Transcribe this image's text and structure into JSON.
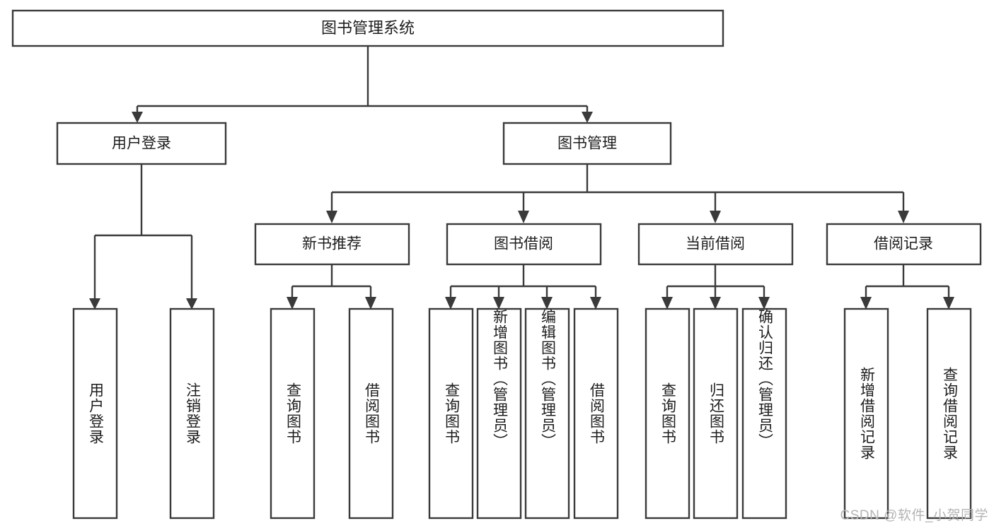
{
  "diagram": {
    "title": "图书管理系统",
    "type": "tree",
    "orientation": "top-down",
    "colors": {
      "box_stroke": "#3a3a3a",
      "box_fill": "#ffffff",
      "text": "#1d1d1d",
      "connector": "#3a3a3a",
      "watermark": "#b4b4b4",
      "background": "#ffffff"
    },
    "root": {
      "label": "图书管理系统"
    },
    "level2": [
      {
        "label": "用户登录"
      },
      {
        "label": "图书管理"
      }
    ],
    "level3": [
      {
        "label": "新书推荐"
      },
      {
        "label": "图书借阅"
      },
      {
        "label": "当前借阅"
      },
      {
        "label": "借阅记录"
      }
    ],
    "leaves": {
      "user_login": [
        {
          "label": "用户登录"
        },
        {
          "label": "注销登录"
        }
      ],
      "new_book_recommend": [
        {
          "label": "查询图书"
        },
        {
          "label": "借阅图书"
        }
      ],
      "book_borrow": [
        {
          "label": "查询图书"
        },
        {
          "label": "新增图书（管理员）"
        },
        {
          "label": "编辑图书（管理员）"
        },
        {
          "label": "借阅图书"
        }
      ],
      "current_borrow": [
        {
          "label": "查询图书"
        },
        {
          "label": "归还图书"
        },
        {
          "label": "确认归还（管理员）"
        }
      ],
      "borrow_record": [
        {
          "label": "新增借阅记录"
        },
        {
          "label": "查询借阅记录"
        }
      ]
    }
  },
  "watermark": {
    "text": "CSDN @软件_小贺同学"
  }
}
